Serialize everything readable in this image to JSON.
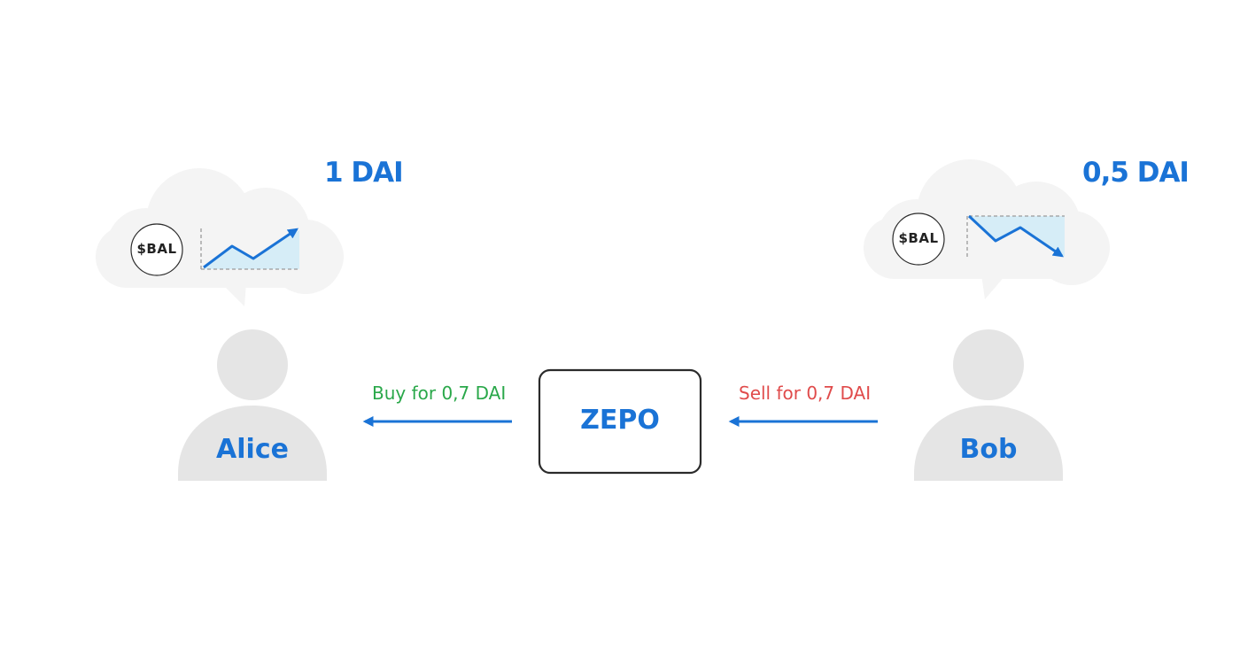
{
  "alice": {
    "name": "Alice",
    "price": "1 DAI",
    "token": "$BAL",
    "trend": "up",
    "trade_label": "Buy for 0,7 DAI"
  },
  "bob": {
    "name": "Bob",
    "price": "0,5 DAI",
    "token": "$BAL",
    "trend": "down",
    "trade_label": "Sell for 0,7 DAI"
  },
  "exchange": {
    "name": "ZEPO"
  },
  "colors": {
    "accent_blue": "#1a73d6",
    "buy_green": "#2aa84a",
    "sell_red": "#e04b4b",
    "person_gray": "#e5e5e5",
    "cloud_gray": "#f4f4f4",
    "chart_fill": "#d6edf7",
    "dashed_gray": "#9a9a9a",
    "border_dark": "#2b2b2b"
  },
  "icons": {
    "person": "person-icon",
    "cloud": "thought-cloud-icon",
    "token_badge": "coin-badge-icon",
    "trend_up": "trend-up-icon",
    "trend_down": "trend-down-icon",
    "arrow": "arrow-left-icon"
  }
}
